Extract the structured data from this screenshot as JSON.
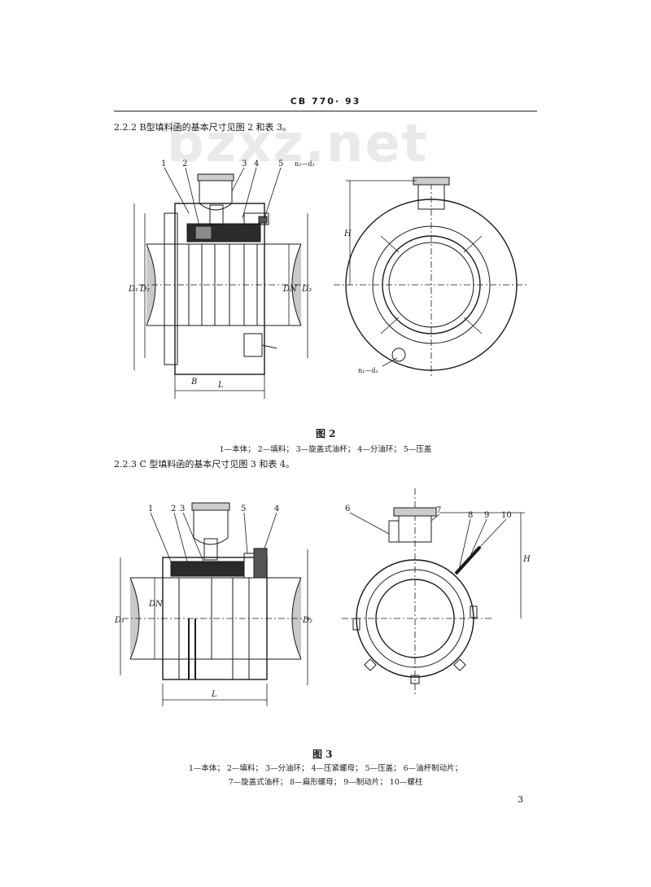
{
  "header": {
    "doc_code": "CB 770· 93"
  },
  "watermark": "bzxz.net",
  "section_222": {
    "text": "2.2.2  B型填料函的基本尺寸见图 2 和表 3。"
  },
  "figure2": {
    "callouts": [
      "1",
      "2",
      "3",
      "4",
      "5"
    ],
    "hole_label_top": "n₂—d₂",
    "hole_label_bottom": "n₁—d₁",
    "dims": {
      "D1": "D₁",
      "D2": "D₂",
      "DN": "DN",
      "D3": "D₃",
      "L": "L",
      "B": "B",
      "H": "H"
    },
    "caption": "图 2",
    "legend": "1—本体； 2—填料； 3—旋盖式油杯； 4—分油环； 5—压盖"
  },
  "section_223": {
    "text": "2.2.3  C 型填料函的基本尺寸见图 3 和表 4。"
  },
  "figure3": {
    "callouts_left": [
      "1",
      "2",
      "3",
      "5",
      "4"
    ],
    "callouts_right": [
      "6",
      "7",
      "8",
      "9",
      "10"
    ],
    "dims": {
      "D1": "D₁",
      "DN": "DN",
      "D2": "D₂",
      "L": "L",
      "H": "H"
    },
    "caption": "图 3",
    "legend_line1": "1—本体； 2—填料； 3—分油环； 4—压紧螺母； 5—压盖； 6—油杯制动片；",
    "legend_line2": "7—旋盖式油杯； 8—扁形螺母； 9—制动片； 10—螺柱"
  },
  "page_number": "3"
}
